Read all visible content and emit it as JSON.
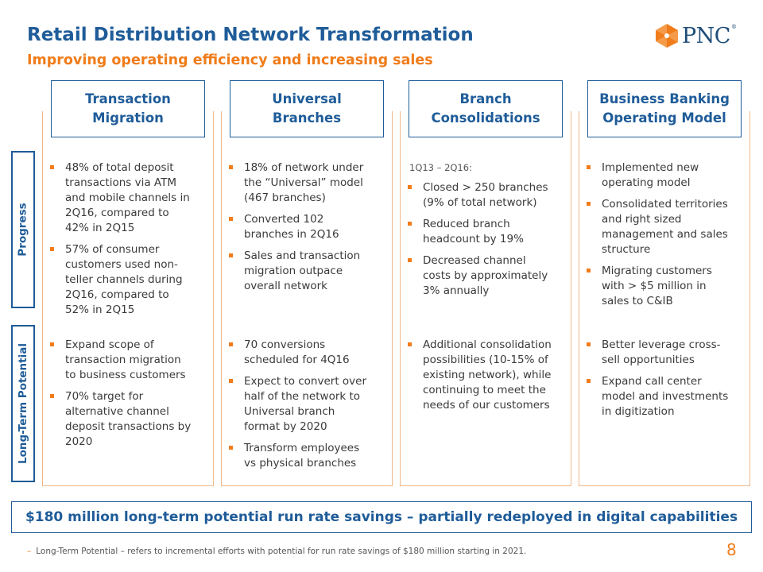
{
  "title": "Retail Distribution Network Transformation",
  "subtitle": "Improving operating efficiency and increasing sales",
  "logo": {
    "text": "PNC",
    "icon": "pnc-logo-icon",
    "brand_color": "#f07c1a"
  },
  "rows": {
    "progress": "Progress",
    "long_term": "Long-Term Potential"
  },
  "columns": [
    {
      "header": [
        "Transaction",
        "Migration"
      ],
      "progress": {
        "lead": "",
        "bullets": [
          "48% of total deposit transactions via ATM and mobile channels in 2Q16, compared to 42% in 2Q15",
          "57% of consumer customers used non-teller channels during 2Q16, compared to 52% in 2Q15"
        ]
      },
      "long_term": {
        "bullets": [
          "Expand scope of transaction migration to business customers",
          "70% target for alternative channel deposit transactions by 2020"
        ]
      }
    },
    {
      "header": [
        "Universal",
        "Branches"
      ],
      "progress": {
        "lead": "",
        "bullets": [
          "18% of network under the “Universal” model (467 branches)",
          "Converted 102 branches in 2Q16",
          "Sales and transaction migration outpace overall network"
        ]
      },
      "long_term": {
        "bullets": [
          "70 conversions scheduled for 4Q16",
          "Expect to convert over half of the network to Universal branch format by 2020",
          "Transform employees vs physical branches"
        ]
      }
    },
    {
      "header": [
        "Branch",
        "Consolidations"
      ],
      "progress": {
        "lead": "1Q13 – 2Q16:",
        "bullets": [
          "Closed > 250 branches (9% of total network)",
          "Reduced branch headcount by 19%",
          "Decreased channel costs by approximately 3% annually"
        ]
      },
      "long_term": {
        "bullets": [
          "Additional consolidation possibilities (10-15% of existing network), while continuing to meet the needs of our customers"
        ]
      }
    },
    {
      "header": [
        "Business Banking",
        "Operating Model"
      ],
      "progress": {
        "lead": "",
        "bullets": [
          "Implemented new operating model",
          "Consolidated territories and right sized management and sales structure",
          "Migrating customers with > $5 million in sales to C&IB"
        ]
      },
      "long_term": {
        "bullets": [
          "Better leverage cross-sell opportunities",
          "Expand call center model and investments in digitization"
        ]
      }
    }
  ],
  "savings": "$180 million long-term potential run rate savings – partially redeployed in digital capabilities",
  "footnote": {
    "dash": "–",
    "text": "Long-Term Potential – refers to incremental efforts with potential for run rate savings of $180 million starting in 2021."
  },
  "page_number": "8",
  "colors": {
    "primary_blue": "#1f5c99",
    "accent_orange": "#f07c1a",
    "column_border": "#f2b88a"
  }
}
